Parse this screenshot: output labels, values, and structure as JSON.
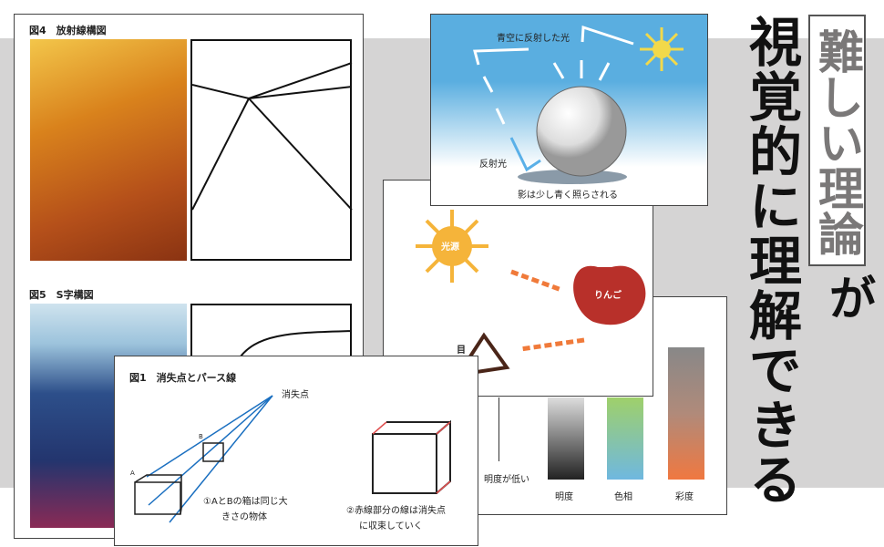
{
  "headline": {
    "boxed": "難しい理論",
    "particle": "が",
    "main": "視覚的に理解できる"
  },
  "page_left": {
    "fig4_caption": "図4　放射線構図",
    "fig5_caption": "図5　S字構図"
  },
  "fig1": {
    "caption": "図1　消失点とパース線",
    "vanishing_point": "消失点",
    "label_a": "A",
    "label_b": "B",
    "note1_line1": "①AとBの箱は同じ大",
    "note1_line2": "きさの物体",
    "note2_line1": "②赤線部分の線は消失点",
    "note2_line2": "に収束していく"
  },
  "sphere": {
    "sky_light": "青空に反射した光",
    "reflected": "反射光",
    "shadow": "影は少し青く照らされる"
  },
  "apple": {
    "light_source": "光源",
    "apple": "りんご",
    "eye": "目"
  },
  "color": {
    "low_value": "明度が低い",
    "labels": [
      "明度",
      "色相",
      "彩度"
    ]
  },
  "colors": {
    "band": "#d5d4d4",
    "sky": "#5aaee0",
    "sun": "#f2d94a",
    "apple": "#b8302a",
    "arrow": "#f07a3a"
  }
}
